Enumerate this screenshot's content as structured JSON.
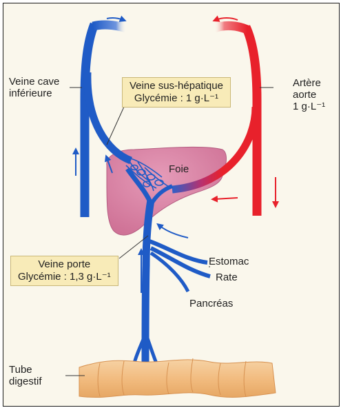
{
  "labels": {
    "veine_cave": [
      "Veine cave",
      "inférieure"
    ],
    "artere_aorte": [
      "Artère",
      "aorte",
      "1 g·L⁻¹"
    ],
    "veine_sus_hepatique": [
      "Veine sus-hépatique",
      "Glycémie : 1 g·L⁻¹"
    ],
    "foie": "Foie",
    "veine_porte": [
      "Veine porte",
      "Glycémie : 1,3 g·L⁻¹"
    ],
    "estomac": "Estomac",
    "rate": "Rate",
    "pancreas": "Pancréas",
    "tube_digestif": [
      "Tube",
      "digestif"
    ]
  },
  "colors": {
    "vein": "#1f5bc6",
    "artery": "#e8212b",
    "liver": "#d983a3",
    "intestine": "#f2bf86",
    "label_box": "#f8ebb8"
  }
}
